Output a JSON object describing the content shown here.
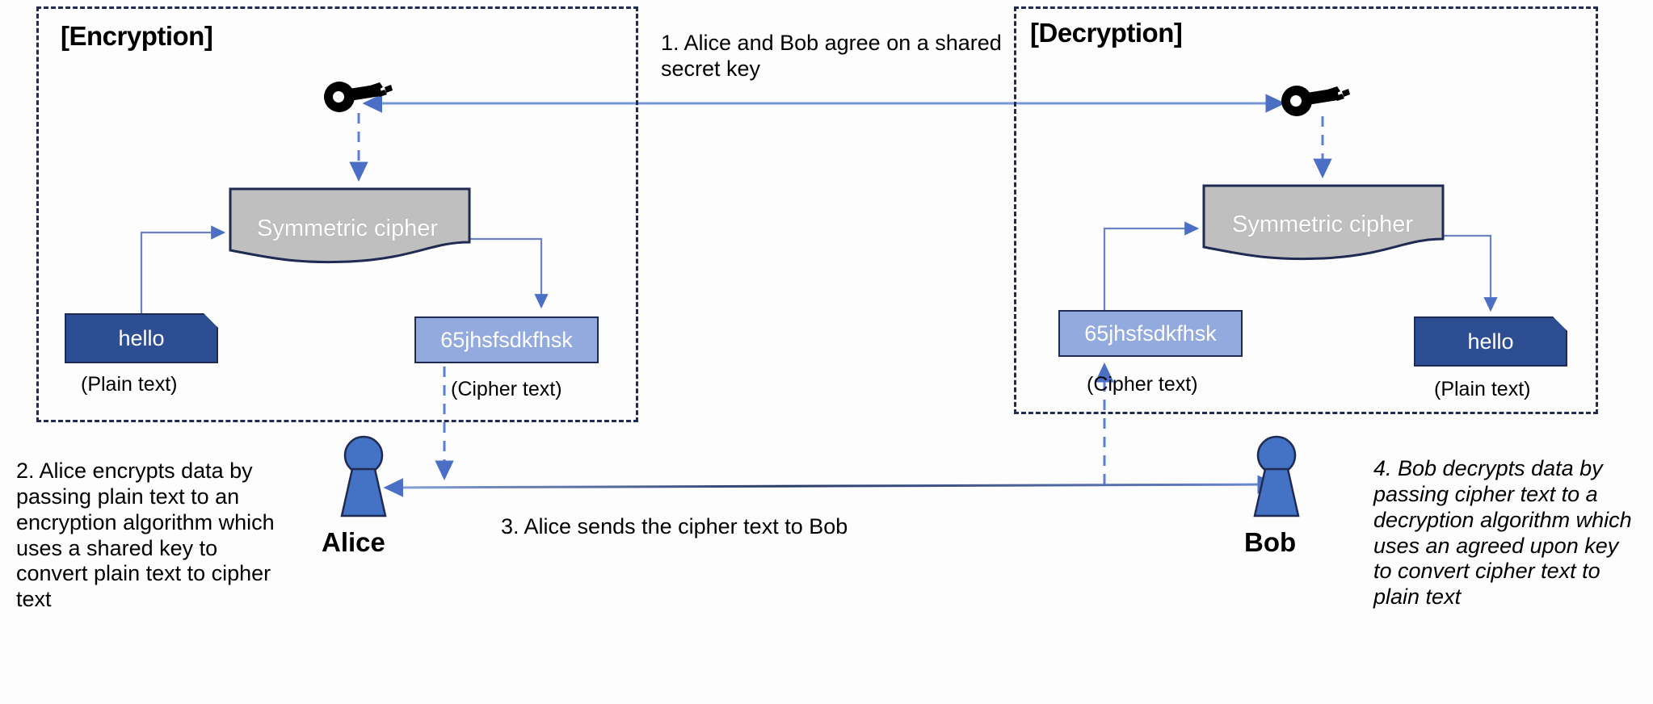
{
  "diagram": {
    "title": "Symmetric key cryptography between Alice and Bob",
    "colors": {
      "panel_border": "#1f2b52",
      "arrow_blue": "#5b7fd4",
      "cipher_fill": "#bfbfbf",
      "cipher_stroke": "#1f2b52",
      "plain_fill": "#2d4e92",
      "cipher_text_fill": "#92aade",
      "person_fill": "#4472c4",
      "key_fill": "#000000",
      "text": "#000000"
    }
  },
  "panels": {
    "encryption": {
      "title": "[Encryption]",
      "cipher_label": "Symmetric cipher",
      "input_box": {
        "value": "hello",
        "caption": "(Plain text)"
      },
      "output_box": {
        "value": "65jhsfsdkfhsk",
        "caption": "(Cipher text)"
      }
    },
    "decryption": {
      "title": "[Decryption]",
      "cipher_label": "Symmetric cipher",
      "input_box": {
        "value": "65jhsfsdkfhsk",
        "caption": "(Cipher text)"
      },
      "output_box": {
        "value": "hello",
        "caption": "(Plain text)"
      }
    }
  },
  "actors": {
    "alice": {
      "name": "Alice"
    },
    "bob": {
      "name": "Bob"
    }
  },
  "steps": {
    "step1": "1. Alice and Bob agree on a shared secret key",
    "step2": "2.  Alice encrypts data by passing plain text to an encryption algorithm which uses a shared key to convert plain text to cipher text",
    "step3": "3. Alice sends the cipher text to Bob",
    "step4": "4. Bob decrypts data by passing cipher text to a decryption algorithm which uses an agreed upon key to convert cipher text to plain text"
  },
  "icons": {
    "key_left": "key-icon",
    "key_right": "key-icon"
  }
}
